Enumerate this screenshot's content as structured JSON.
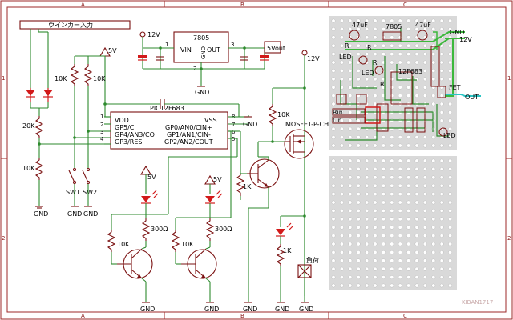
{
  "sheet": {
    "col_labels": [
      "A",
      "B",
      "C"
    ],
    "row_labels": [
      "1",
      "2"
    ],
    "corner_code": "KIBAN1717"
  },
  "input_block": {
    "label": "ウインカー入力"
  },
  "ic": {
    "name": "PIC12F683",
    "pin_numbers": [
      "1",
      "2",
      "3",
      "4",
      "8",
      "7",
      "6",
      "5"
    ],
    "pin_left": [
      "VDD",
      "GP5/CI",
      "GP4/AN3/CO",
      "GP3/RES"
    ],
    "pin_right": [
      "VSS",
      "GP0/AN0/CIN+",
      "GP1/AN1/CIN-",
      "GP2/AN2/COUT"
    ]
  },
  "regulator": {
    "name": "7805",
    "vin": "VIN",
    "vout": "OUT",
    "gnd": "GND",
    "pin_in": "1",
    "pin_gnd": "2",
    "pin_out": "3"
  },
  "nets": {
    "v12": "12V",
    "v5": "5V",
    "v5out": "5Vout",
    "gnd": "GND"
  },
  "resistors": {
    "r20k": "20K",
    "r10k": "10K",
    "r300": "300Ω",
    "r1k": "1K"
  },
  "switches": {
    "sw1": "SW1",
    "sw2": "SW2"
  },
  "mosfet": {
    "label": "MOSFET-P-CH"
  },
  "load": {
    "label": "負荷"
  },
  "pcb": {
    "cap_left": "47uF",
    "cap_right": "47uF",
    "reg": "7805",
    "gnd": "GND",
    "v12": "12V",
    "led": "LED",
    "r": "R",
    "ic": "12F683",
    "fet": "FET",
    "out": "OUT",
    "in_top": "Rin",
    "in_bottom": "Lin"
  }
}
